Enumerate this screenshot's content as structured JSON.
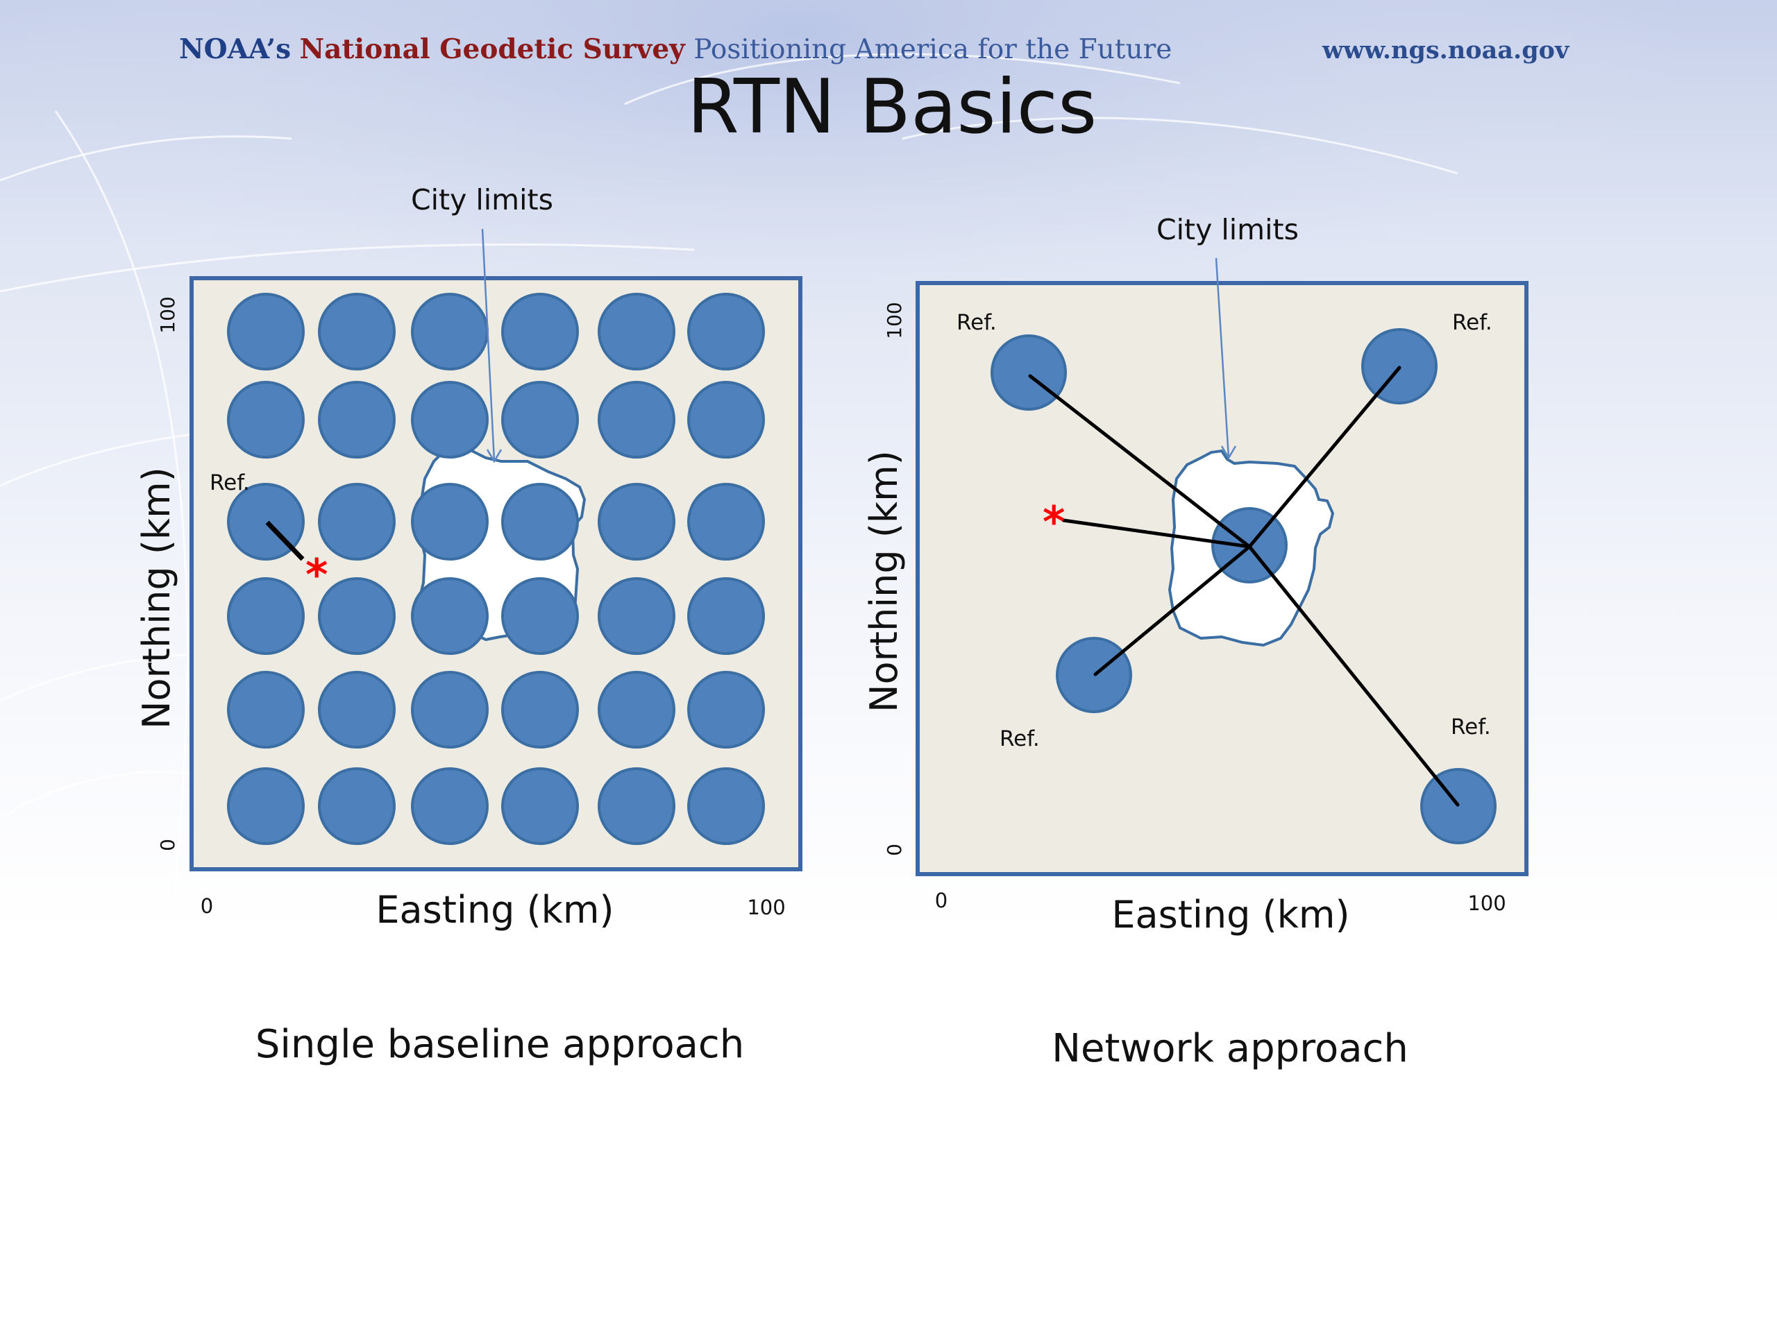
{
  "header": {
    "org": "NOAA’s",
    "agency": "National Geodetic Survey",
    "tagline": "Positioning America for the Future",
    "website": "www.ngs.noaa.gov"
  },
  "title": "RTN Basics",
  "colors": {
    "station_fill": "#4f81bd",
    "station_stroke": "#3b6ea3",
    "panel_fill": "#eeebe3",
    "panel_border": "#3d68a8",
    "rover": "#ff0000",
    "baseline": "#000000",
    "city_fill": "#ffffff"
  },
  "left_panel": {
    "city_limits_label": "City limits",
    "ref_label": "Ref.",
    "y_axis_label": "Northing (km)",
    "x_axis_label": "Easting (km)",
    "y_tick_top": "100",
    "y_tick_bottom": "0",
    "x_tick_left": "0",
    "x_tick_right": "100",
    "rover_symbol": "*",
    "caption": "Single baseline approach"
  },
  "right_panel": {
    "city_limits_label": "City limits",
    "ref_labels": [
      "Ref.",
      "Ref.",
      "Ref.",
      "Ref."
    ],
    "y_axis_label": "Northing (km)",
    "x_axis_label": "Easting (km)",
    "y_tick_top": "100",
    "y_tick_bottom": "0",
    "x_tick_left": "0",
    "x_tick_right": "100",
    "rover_symbol": "*",
    "caption": "Network approach"
  }
}
